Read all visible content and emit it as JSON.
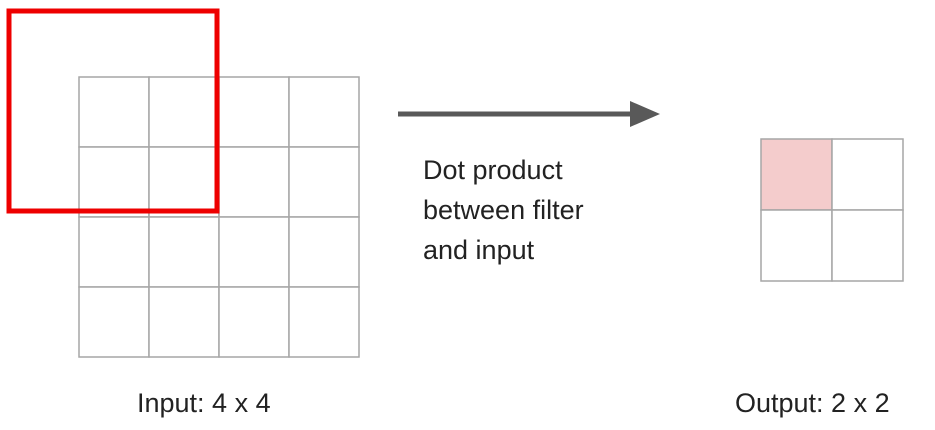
{
  "input": {
    "caption": "Input: 4 x 4",
    "rows": 4,
    "cols": 4
  },
  "output": {
    "caption": "Output: 2 x 2",
    "rows": 2,
    "cols": 2,
    "highlighted_cell": [
      0,
      0
    ]
  },
  "operation": {
    "lines": [
      "Dot product",
      "between filter",
      "and input"
    ]
  },
  "filter_window": {
    "rows": 2,
    "cols": 2,
    "covers_input_cells": [
      [
        0,
        0
      ],
      [
        0,
        1
      ],
      [
        1,
        0
      ],
      [
        1,
        1
      ]
    ]
  },
  "colors": {
    "grid_line": "#a6a6a6",
    "filter_outline": "#ee0000",
    "output_highlight": "#f4cccc",
    "arrow": "#595959",
    "text": "#222222"
  }
}
